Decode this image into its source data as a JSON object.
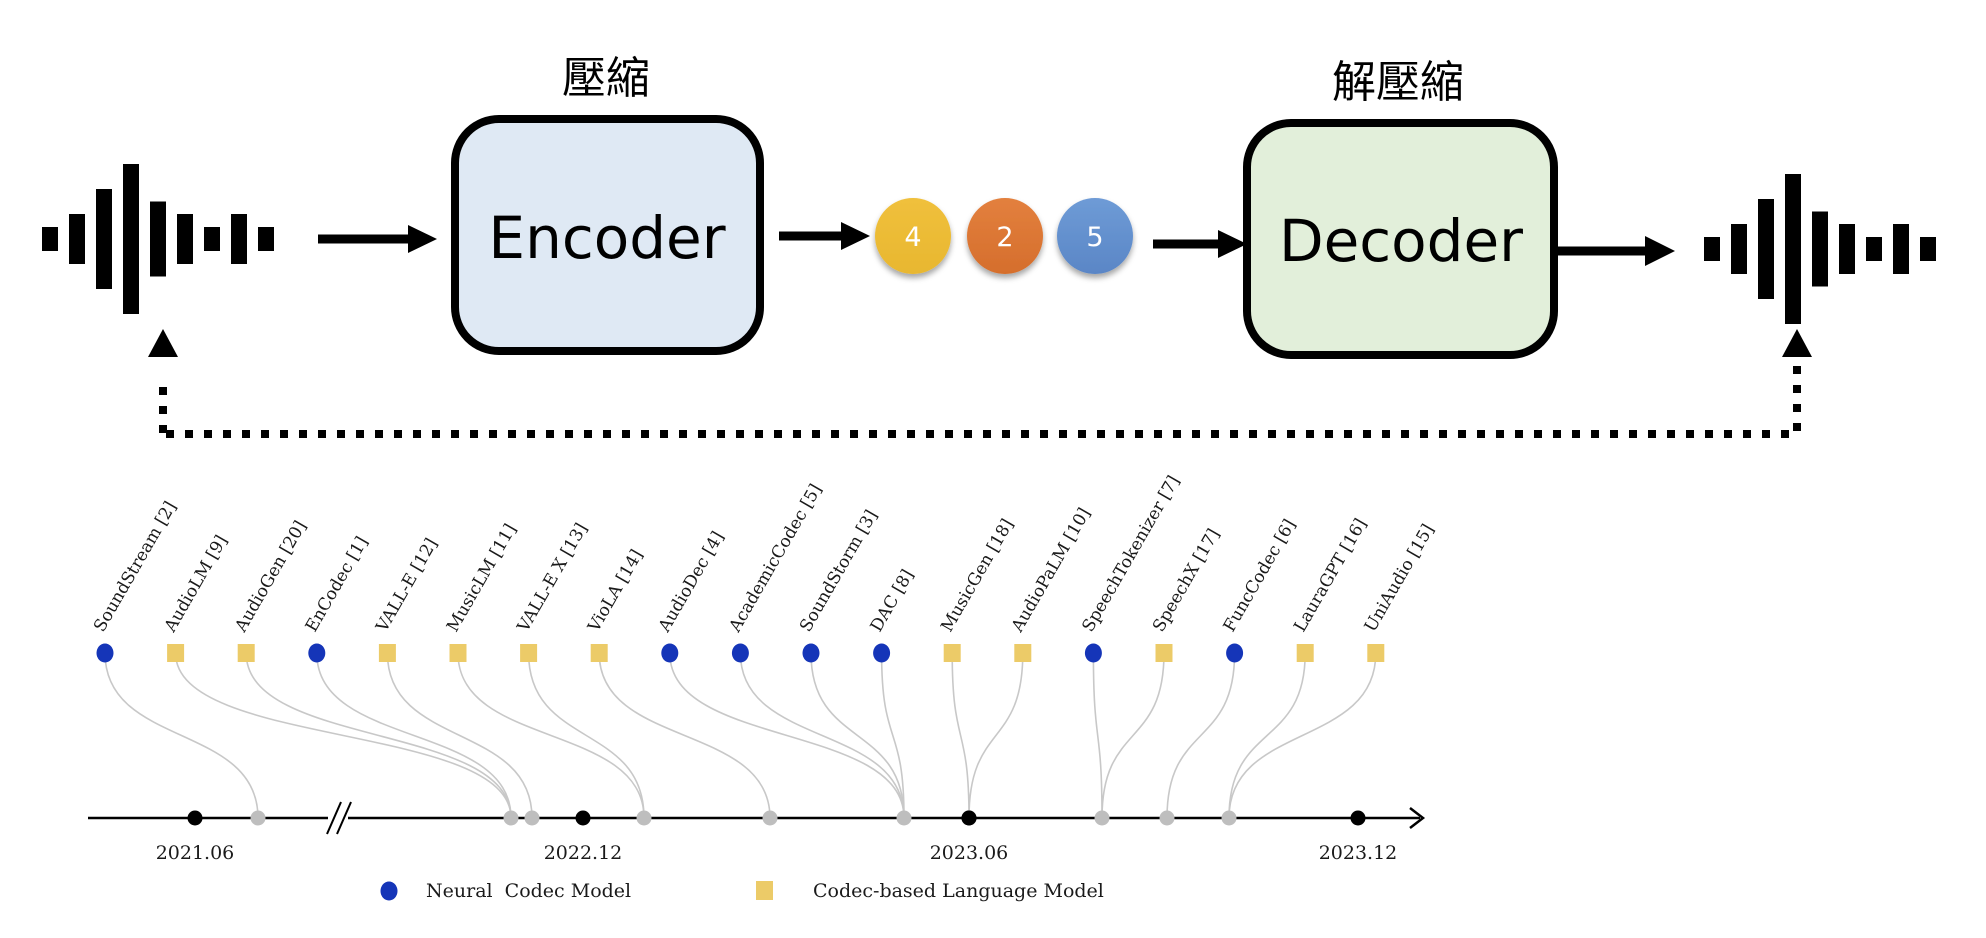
{
  "pipeline": {
    "compress_title": "壓縮",
    "decompress_title": "解壓縮",
    "encoder_label": "Encoder",
    "decoder_label": "Decoder",
    "tokens": [
      {
        "label": "4",
        "color": "#F0C03C",
        "color_dark": "#E8B730"
      },
      {
        "label": "2",
        "color": "#E3803E",
        "color_dark": "#D56E2C"
      },
      {
        "label": "5",
        "color": "#6E9BD6",
        "color_dark": "#5A86C6"
      }
    ],
    "encoder_fill": "#DFE9F4",
    "decoder_fill": "#E2EFDA",
    "input_waveform": "waveform-icon",
    "output_waveform": "waveform-icon"
  },
  "timeline": {
    "dates": [
      {
        "label": "2021.06"
      },
      {
        "label": "2022.12"
      },
      {
        "label": "2023.06"
      },
      {
        "label": "2023.12"
      }
    ],
    "models": [
      {
        "name": "SoundStream [2]",
        "type": "neural_codec",
        "event": 0
      },
      {
        "name": "AudioLM [9]",
        "type": "codec_lm",
        "event": 1
      },
      {
        "name": "AudioGen [20]",
        "type": "codec_lm",
        "event": 1
      },
      {
        "name": "EnCodec [1]",
        "type": "neural_codec",
        "event": 1
      },
      {
        "name": "VALL-E [12]",
        "type": "codec_lm",
        "event": 2
      },
      {
        "name": "MusicLM [11]",
        "type": "codec_lm",
        "event": 3
      },
      {
        "name": "VALL-E X [13]",
        "type": "codec_lm",
        "event": 3
      },
      {
        "name": "VioLA [14]",
        "type": "codec_lm",
        "event": 4
      },
      {
        "name": "AudioDec [4]",
        "type": "neural_codec",
        "event": 5
      },
      {
        "name": "AcademicCodec [5]",
        "type": "neural_codec",
        "event": 5
      },
      {
        "name": "SoundStorm [3]",
        "type": "neural_codec",
        "event": 5
      },
      {
        "name": "DAC [8]",
        "type": "neural_codec",
        "event": 5
      },
      {
        "name": "MusicGen [18]",
        "type": "codec_lm",
        "event": 6
      },
      {
        "name": "AudioPaLM [10]",
        "type": "codec_lm",
        "event": 6
      },
      {
        "name": "SpeechTokenizer [7]",
        "type": "neural_codec",
        "event": 7
      },
      {
        "name": "SpeechX [17]",
        "type": "codec_lm",
        "event": 7
      },
      {
        "name": "FuncCodec [6]",
        "type": "neural_codec",
        "event": 8
      },
      {
        "name": "LauraGPT [16]",
        "type": "codec_lm",
        "event": 9
      },
      {
        "name": "UniAudio [15]",
        "type": "codec_lm",
        "event": 9
      }
    ],
    "events": [
      {
        "kind": "release"
      },
      {
        "kind": "release"
      },
      {
        "kind": "release"
      },
      {
        "kind": "release"
      },
      {
        "kind": "release"
      },
      {
        "kind": "release"
      },
      {
        "kind": "date_and_release"
      },
      {
        "kind": "release"
      },
      {
        "kind": "release"
      },
      {
        "kind": "release"
      }
    ],
    "axis_break": true
  },
  "legend": {
    "items": [
      {
        "label": "Neural  Codec Model",
        "shape": "circle",
        "color": "#1535B8"
      },
      {
        "label": "Codec-based Language Model",
        "shape": "square",
        "color": "#ECCB68"
      }
    ]
  },
  "colors": {
    "neural_codec": "#1535B8",
    "codec_lm": "#ECCB68",
    "connector": "#C8C8C8",
    "release_dot": "#BEBEBE",
    "date_dot": "#000000",
    "ink": "#000000"
  }
}
